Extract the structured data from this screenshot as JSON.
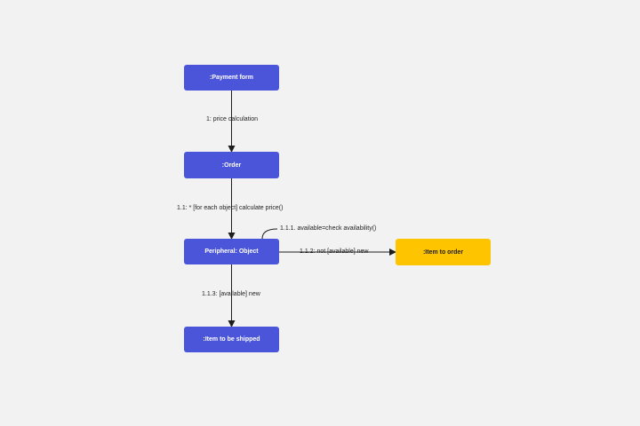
{
  "diagram": {
    "nodes": {
      "payment_form": ":Payment form",
      "order": ":Order",
      "peripheral_object": "Peripheral: Object",
      "item_to_order": ":Item to order",
      "item_to_be_shipped": ":Item to be shipped"
    },
    "messages": {
      "price_calculation": "1: price calculation",
      "calculate_price": "1.1: * [for each object] calculate price()",
      "check_availability": "1.1.1. available=check availability()",
      "not_available_new": "1.1.2: not [available] new",
      "available_new": "1.1.3: [available] new"
    },
    "colors": {
      "background": "#f2f2f2",
      "object_fill": "#4b55d9",
      "highlight_fill": "#ffc400",
      "connector": "#1e1e1e"
    }
  }
}
